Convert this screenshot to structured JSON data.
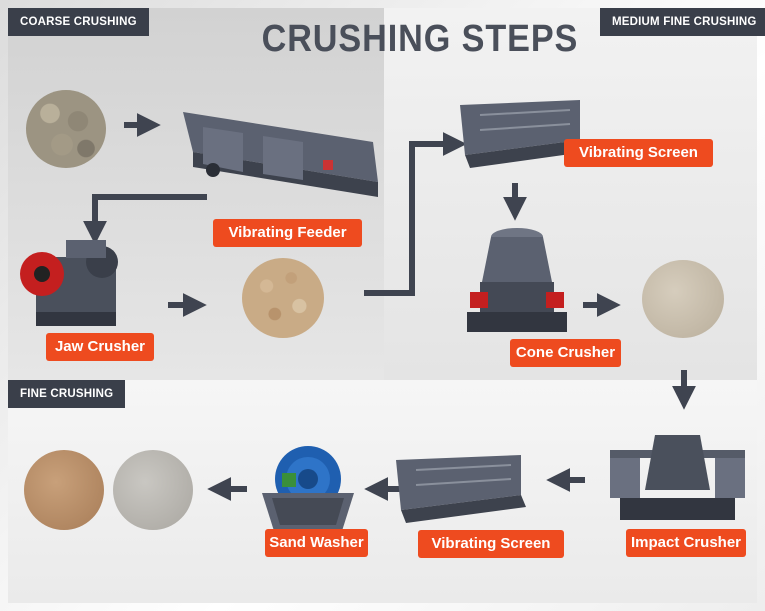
{
  "title": "CRUSHING STEPS",
  "sections": {
    "coarse": "COARSE CRUSHING",
    "medium": "MEDIUM FINE CRUSHING",
    "fine": "FINE CRUSHING"
  },
  "labels": {
    "vibrating_feeder": "Vibrating Feeder",
    "jaw_crusher": "Jaw Crusher",
    "vibrating_screen_top": "Vibrating Screen",
    "cone_crusher": "Cone Crusher",
    "impact_crusher": "Impact Crusher",
    "vibrating_screen_bottom": "Vibrating Screen",
    "sand_washer": "Sand Washer"
  },
  "colors": {
    "label_bg": "#ee4b1f",
    "section_bg": "#3a3f4a",
    "arrow": "#3f4450",
    "title": "#4a4f5a",
    "washer_wheel": "#1f5fb0"
  },
  "icons": [
    "vibrating-feeder-machine",
    "jaw-crusher-machine",
    "vibrating-screen-machine",
    "cone-crusher-machine",
    "impact-crusher-machine",
    "sand-washer-machine"
  ]
}
